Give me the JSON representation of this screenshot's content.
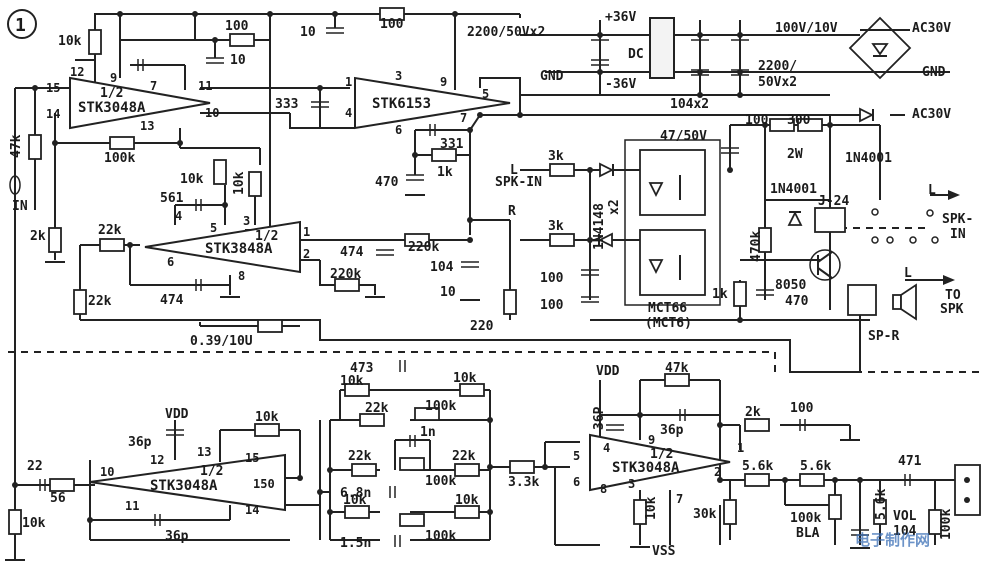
{
  "figure_number": "1",
  "chips": {
    "u1": {
      "line1": "1/2",
      "line2": "STK3048A"
    },
    "u2": {
      "name": "STK6153"
    },
    "u3": {
      "line1": "1/2",
      "line2": "STK3848A"
    },
    "u4": {
      "line1": "1/2",
      "line2": "STK3048A"
    },
    "u5": {
      "line1": "1/2",
      "line2": "STK3048A"
    },
    "opto": {
      "line1": "MCT66",
      "line2": "(MCT6)"
    }
  },
  "pins": {
    "u1": [
      "12",
      "9",
      "7",
      "11",
      "15",
      "14",
      "10",
      "13"
    ],
    "u2": [
      "1",
      "3",
      "9",
      "5",
      "4",
      "6",
      "7"
    ],
    "u3": [
      "4",
      "5",
      "3",
      "1",
      "2",
      "6",
      "8"
    ],
    "u4": [
      "10",
      "12",
      "13",
      "15",
      "11",
      "14",
      "150"
    ],
    "u5": [
      "5",
      "6",
      "4",
      "9",
      "1",
      "2",
      "3",
      "8",
      "7"
    ]
  },
  "labels": {
    "r_10k_a": "10k",
    "r_100_a": "100",
    "c_10_a": "10",
    "c_10_b": "10",
    "r_100_b": "100",
    "c_2200_a": "2200/50Vx2",
    "v_p36": "+36V",
    "v_dc": "DC",
    "v_gnd": "GND",
    "v_m36": "-36V",
    "c_104x2": "104x2",
    "c_2200_b1": "2200/",
    "c_2200_b2": "50Vx2",
    "bridge": "100V/10V",
    "ac_top": "AC30V",
    "gnd_right": "GND",
    "ac_mid": "AC30V",
    "r_47k": "47k",
    "in_label": "IN",
    "r_2k": "2k",
    "r_100k_a": "100k",
    "c_333": "333",
    "c_331": "331",
    "r_1k_a": "1k",
    "c_470_a": "470",
    "r_10k_b": "10k",
    "r_10k_c": "10k",
    "c_561": "561",
    "r_22k_a": "22k",
    "c_474_a": "474",
    "r_220k_a": "220k",
    "c_474_b": "474",
    "r_220k_b": "220k",
    "c_104_a": "104",
    "c_10_c": "10",
    "r_220": "220",
    "r_22k_b": "22k",
    "r_039": "0.39/10U",
    "node_r": "R",
    "c_47_50": "47/50V",
    "r_100_c": "100",
    "r_300": "300",
    "r_2w": "2W",
    "d_1n4001_a": "1N4001",
    "l_a": "L",
    "spk_in_a": "SPK-IN",
    "r_3k_a": "3k",
    "r_3k_b": "3k",
    "d_1n4148": "1N4148",
    "d_x2": "x2",
    "c_100_a": "100",
    "c_100_b": "100",
    "r_470k": "470k",
    "r_1k_b": "1k",
    "q_8050": "8050",
    "c_470_b": "470",
    "d_1n4001_b": "1N4001",
    "relay": "J-24",
    "l_b": "L",
    "spk_in_b1": "SPK-",
    "spk_in_b2": "IN",
    "l_c": "L",
    "to": "TO",
    "spk": "SPK",
    "sp_r": "SP-R",
    "c_473": "473",
    "r_10k_d": "10k",
    "r_10k_e": "10k",
    "r_22k_c": "22k",
    "pot_100k_a": "100k",
    "c_1n": "1n",
    "r_22k_d": "22k",
    "r_22k_e": "22k",
    "pot_100k_b": "100k",
    "c_6n8": "6.8n",
    "r_10k_f": "10k",
    "r_10k_g": "10k",
    "c_1n5": "1.5n",
    "pot_100k_c": "100k",
    "r_3k3": "3.3k",
    "vdd_a": "VDD",
    "c_36p_a": "36p",
    "r_10k_h": "10k",
    "c_22": "22",
    "r_56": "56",
    "r_10k_i": "10k",
    "c_36p_b": "36p",
    "vdd_b": "VDD",
    "c_36p_c": "36P",
    "r_47k_b": "47k",
    "c_36p_d": "36p",
    "r_2k_b": "2k",
    "c_100_c": "100",
    "r_10k_j": "10k",
    "r_30k": "30k",
    "vss": "VSS",
    "r_56k_a": "5.6k",
    "r_56k_b": "5.6k",
    "c_471": "471",
    "pot_100k_d": "100k",
    "bla": "BLA",
    "r_56k_c": "5.6k",
    "vol": "VOL",
    "c_104_b": "104",
    "pot_100k_e": "100k"
  },
  "watermark": "电子制作网"
}
